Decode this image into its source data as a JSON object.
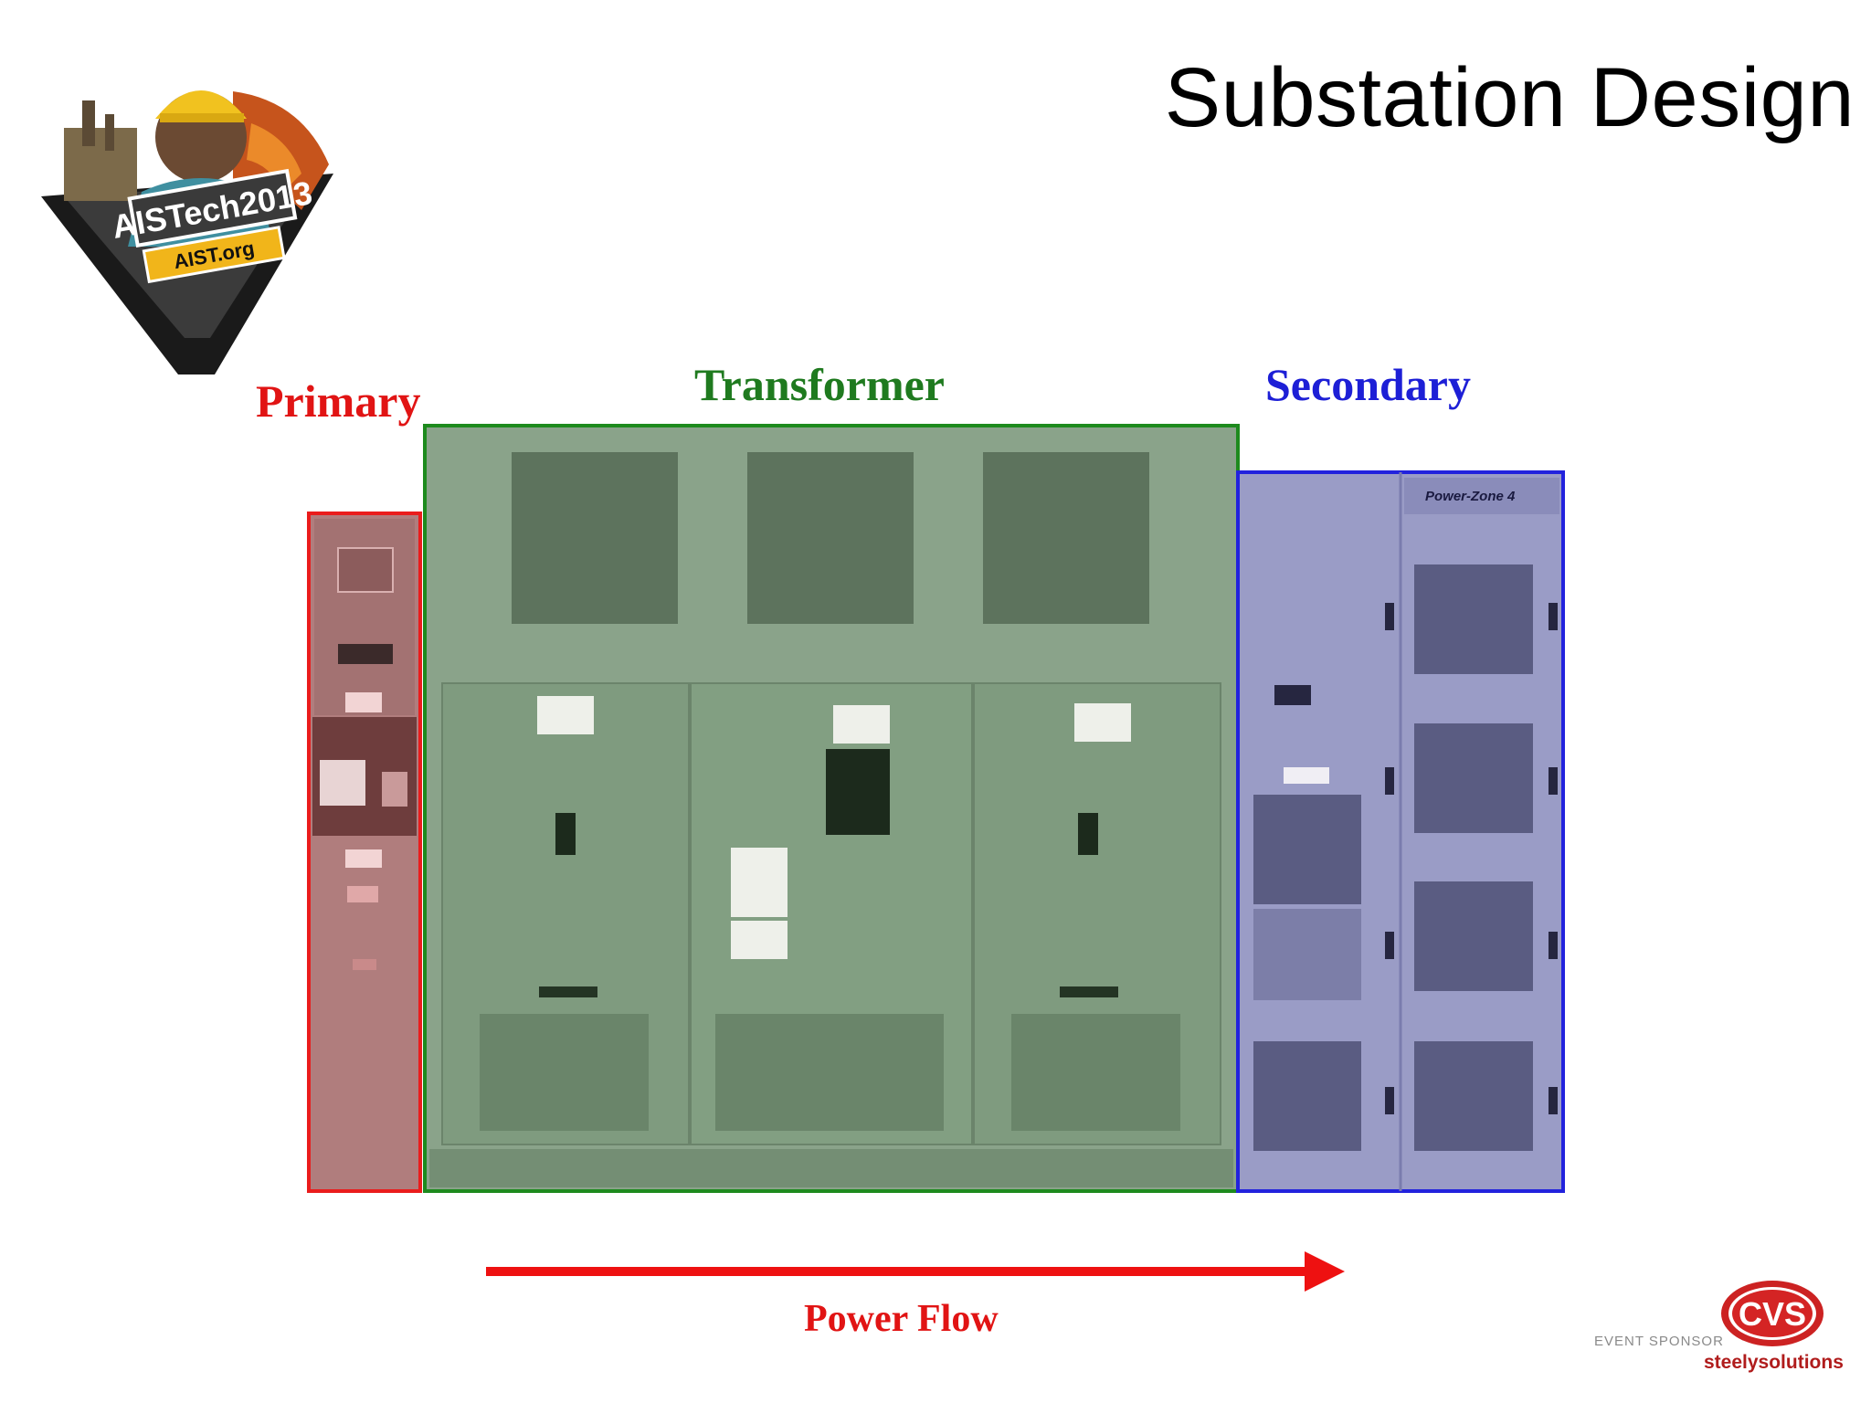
{
  "slide": {
    "title": "Substation Design"
  },
  "logo": {
    "event": "AISTech2013",
    "url": "AIST.org"
  },
  "sections": {
    "primary": "Primary",
    "transformer": "Transformer",
    "secondary": "Secondary"
  },
  "equipment": {
    "secondary_brand": "Power-Zone 4"
  },
  "flow": {
    "label": "Power Flow"
  },
  "sponsor": {
    "label": "EVENT SPONSOR",
    "logo_text": "CVS",
    "name": "steelysolutions"
  },
  "colors": {
    "primary": "#e11414",
    "transformer": "#1f7a1f",
    "secondary": "#1d1fd6"
  }
}
